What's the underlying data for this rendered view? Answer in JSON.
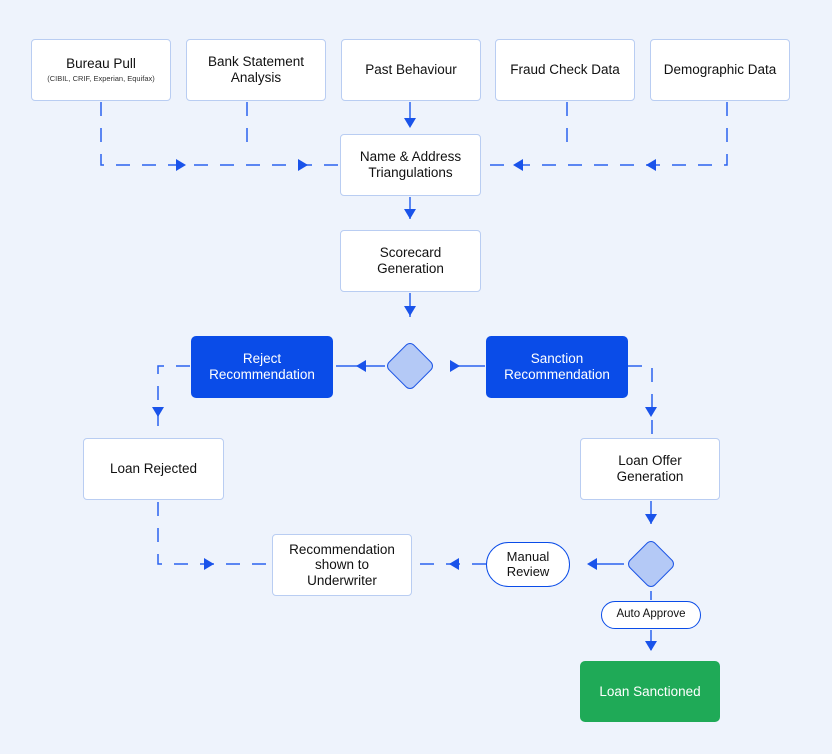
{
  "nodes": {
    "bureau_pull": {
      "label": "Bureau Pull",
      "sub": "(CIBIL, CRIF, Experian, Equifax)"
    },
    "bank_statement": {
      "label": "Bank Statement Analysis"
    },
    "past_behaviour": {
      "label": "Past Behaviour"
    },
    "fraud_check": {
      "label": "Fraud Check Data"
    },
    "demographic": {
      "label": "Demographic Data"
    },
    "triangulation": {
      "label": "Name & Address Triangulations"
    },
    "scorecard": {
      "label": "Scorecard Generation"
    },
    "reject": {
      "label": "Reject Recommendation"
    },
    "sanction": {
      "label": "Sanction Recommendation"
    },
    "loan_rejected": {
      "label": "Loan Rejected"
    },
    "loan_offer": {
      "label": "Loan Offer Generation"
    },
    "underwriter": {
      "label": "Recommendation shown to Underwriter"
    },
    "manual_review": {
      "label": "Manual Review"
    },
    "auto_approve": {
      "label": "Auto Approve"
    },
    "loan_sanctioned": {
      "label": "Loan Sanctioned"
    }
  },
  "colors": {
    "background": "#eef3fc",
    "accent": "#0a4ce8",
    "connector": "#2a63ee",
    "success": "#1faa57",
    "node_border": "#b9cdf2",
    "decision_fill": "#b4c9f6"
  }
}
